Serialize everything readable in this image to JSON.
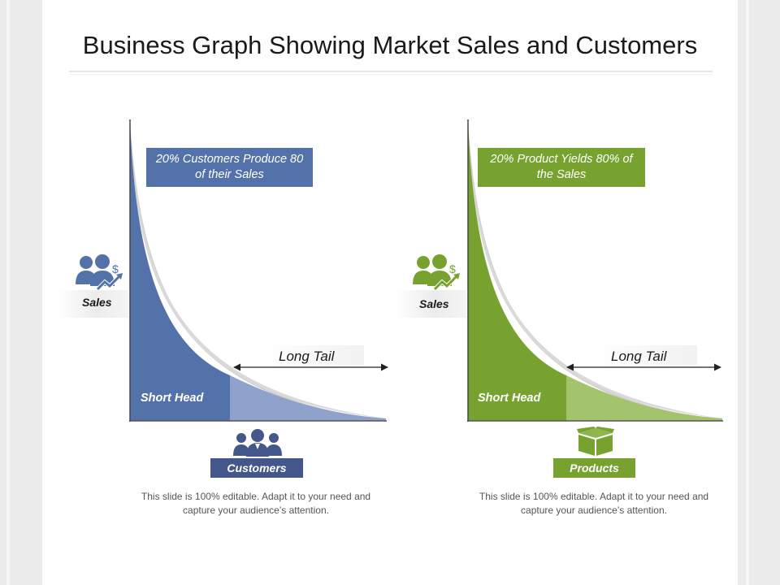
{
  "title": "Business Graph Showing Market Sales and Customers",
  "colors": {
    "blue": "#5472aa",
    "blue_dark": "#44578a",
    "blue_light": "#8fa2cc",
    "green": "#78a22f",
    "green_light": "#a3c46d"
  },
  "panels": [
    {
      "callout": "20% Customers Produce 80 of their Sales",
      "y_axis_label": "Sales",
      "tail_label": "Long Tail",
      "head_label": "Short Head",
      "category_label": "Customers",
      "caption": "This slide is 100% editable. Adapt it to your need and capture your audience’s attention.",
      "icons": {
        "sales": "people-dollar-growth-icon",
        "category": "customer-group-icon"
      }
    },
    {
      "callout": "20% Product Yields 80% of the Sales",
      "y_axis_label": "Sales",
      "tail_label": "Long Tail",
      "head_label": "Short Head",
      "category_label": "Products",
      "caption": "This slide is 100% editable. Adapt it to your need and capture your audience’s attention.",
      "icons": {
        "sales": "people-dollar-growth-icon",
        "category": "product-box-icon"
      }
    }
  ]
}
